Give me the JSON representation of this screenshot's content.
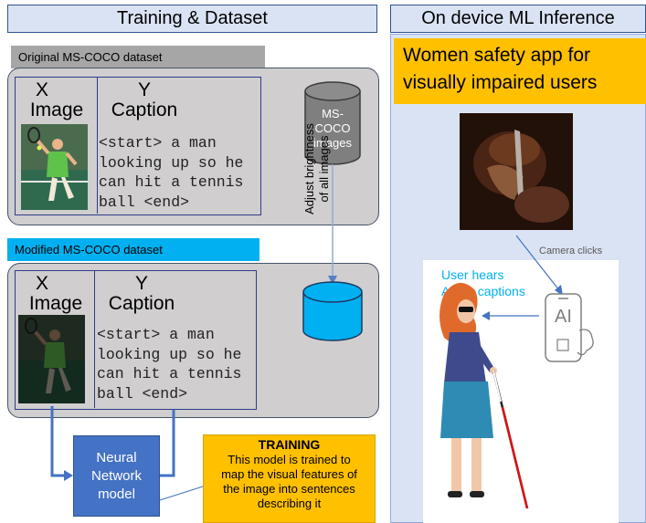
{
  "headers": {
    "left": "Training & Dataset",
    "right": "On device ML Inference"
  },
  "original": {
    "tag": "Original MS-COCO dataset",
    "x_letter": "X",
    "x_label": "Image",
    "y_letter": "Y",
    "y_label": "Caption",
    "caption_lines": [
      "<start> a man",
      "looking up so he",
      "can hit a tennis",
      "ball <end>"
    ]
  },
  "modified": {
    "tag": "Modified MS-COCO dataset",
    "x_letter": "X",
    "x_label": "Image",
    "y_letter": "Y",
    "y_label": "Caption",
    "caption_lines": [
      "<start> a man",
      "looking up so he",
      "can hit a tennis",
      "ball <end>"
    ]
  },
  "db_top_label": [
    "MS-COCO",
    "images"
  ],
  "adjust_label": [
    "Adjust brightness",
    "of all images"
  ],
  "neural_network": [
    "Neural",
    "Network",
    "model"
  ],
  "training": {
    "title": "TRAINING",
    "lines": [
      "This model is trained to",
      "map the visual features of",
      "the image into sentences",
      "describing it"
    ]
  },
  "inference": {
    "banner_lines": [
      "Women safety app for",
      "visually impaired users"
    ],
    "camera_clicks": "Camera clicks",
    "user_hears": [
      "User hears",
      "Audio captions"
    ],
    "ai_text": "AI"
  },
  "colors": {
    "header_bg": "#dae3f3",
    "banner": "#ffc000",
    "cyan": "#00b0f0",
    "nn_blue": "#4472c4",
    "gray_box": "#d0cece"
  }
}
